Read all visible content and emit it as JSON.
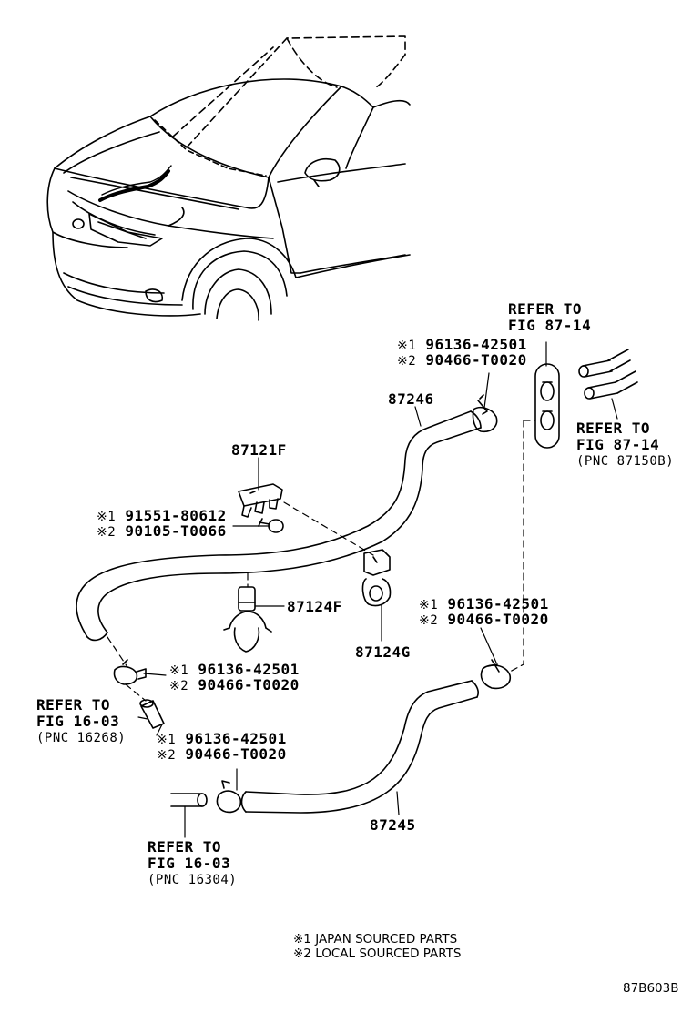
{
  "diagram_code": "87B603B",
  "marks": {
    "japan": "※1",
    "local": "※2"
  },
  "notes": {
    "japan": "JAPAN SOURCED PARTS",
    "local": "LOCAL SOURCED PARTS"
  },
  "parts": {
    "p87246": "87246",
    "p87245": "87245",
    "p87121F": "87121F",
    "p87124F": "87124F",
    "p87124G": "87124G"
  },
  "pairs": {
    "clamp_top": {
      "jp": "96136-42501",
      "local": "90466-T0020"
    },
    "bolt": {
      "jp": "91551-80612",
      "local": "90105-T0066"
    },
    "clamp_right": {
      "jp": "96136-42501",
      "local": "90466-T0020"
    },
    "clamp_left": {
      "jp": "96136-42501",
      "local": "90466-T0020"
    },
    "clamp_bottom": {
      "jp": "96136-42501",
      "local": "90466-T0020"
    }
  },
  "refers": {
    "top": {
      "line1": "REFER TO",
      "line2": "FIG 87-14",
      "line3": ""
    },
    "right": {
      "line1": "REFER TO",
      "line2": "FIG 87-14",
      "line3": "(PNC 87150B)"
    },
    "left": {
      "line1": "REFER TO",
      "line2": "FIG 16-03",
      "line3": "(PNC 16268)"
    },
    "bottom": {
      "line1": "REFER TO",
      "line2": "FIG 16-03",
      "line3": "(PNC 16304)"
    }
  }
}
